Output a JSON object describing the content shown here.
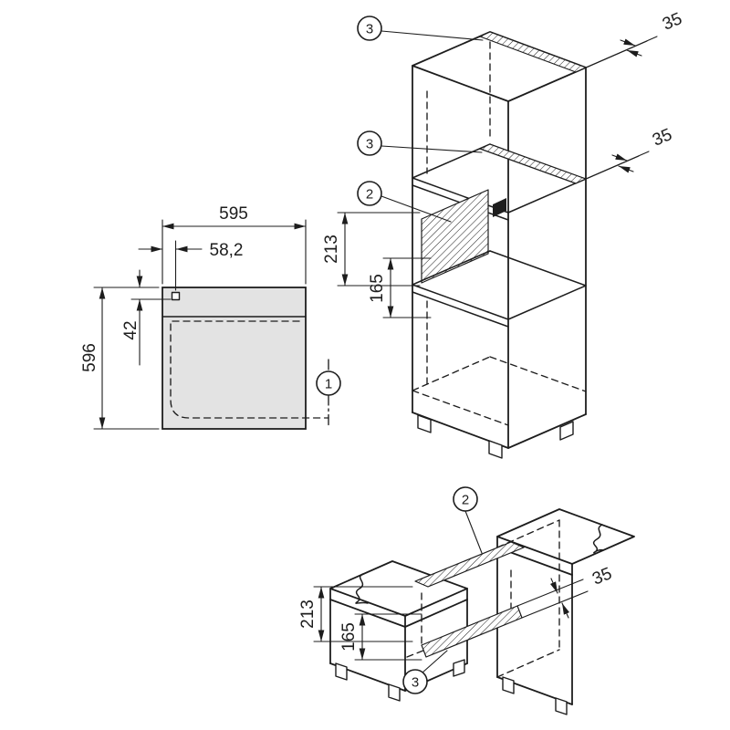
{
  "meta": {
    "description": "Built-in oven installation dimension diagram",
    "line_color": "#1d1d1d",
    "appliance_fill": "#e3e3e3",
    "background": "#ffffff"
  },
  "front_view": {
    "dim_width": "595",
    "dim_connection_offset": "58,2",
    "dim_top_clearance": "42",
    "dim_height": "596",
    "callout_front": "1"
  },
  "tall_cabinet_view": {
    "callout_vent_top": "3",
    "dim_vent_top_depth": "35",
    "callout_vent_shelf": "3",
    "dim_vent_shelf_depth": "35",
    "callout_cutout": "2",
    "dim_cutout_upper": "213",
    "dim_cutout_lower": "165"
  },
  "base_cabinet_view": {
    "callout_cutout": "2",
    "callout_vent": "3",
    "dim_cutout_upper": "213",
    "dim_cutout_lower": "165",
    "dim_vent_depth": "35"
  }
}
